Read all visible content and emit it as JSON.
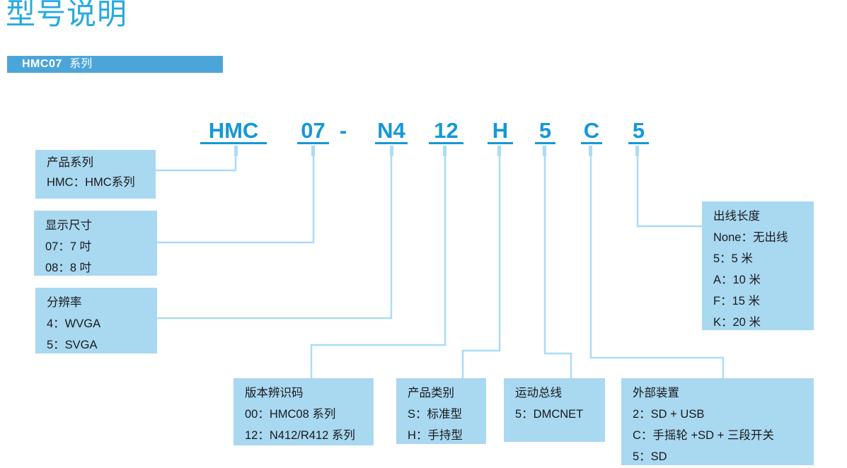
{
  "page": {
    "title": "型号说明"
  },
  "banner": {
    "model": "HMC07",
    "suffix": "系列"
  },
  "model_code": {
    "full": "HMC 07 - N4 12 H 5 C 5",
    "segments": [
      {
        "key": "series",
        "text": "HMC"
      },
      {
        "key": "size",
        "text": "07"
      },
      {
        "key": "separator",
        "text": "-"
      },
      {
        "key": "resolution",
        "text": "N4"
      },
      {
        "key": "version",
        "text": "12"
      },
      {
        "key": "type",
        "text": "H"
      },
      {
        "key": "bus",
        "text": "5"
      },
      {
        "key": "device",
        "text": "C"
      },
      {
        "key": "cable",
        "text": "5"
      }
    ]
  },
  "callouts": [
    {
      "id": "product-series",
      "title": "产品系列",
      "items": [
        "HMC：HMC系列"
      ]
    },
    {
      "id": "display-size",
      "title": "显示尺寸",
      "items": [
        "07：7 吋",
        "08：8 吋"
      ]
    },
    {
      "id": "resolution",
      "title": "分辨率",
      "items": [
        "4：WVGA",
        "5：SVGA"
      ]
    },
    {
      "id": "cable-length",
      "title": "出线长度",
      "items": [
        "None：无出线",
        "5：5 米",
        "A：10 米",
        "F：15 米",
        "K：20 米"
      ]
    },
    {
      "id": "version-code",
      "title": "版本辨识码",
      "items": [
        "00：HMC08 系列",
        "12：N412/R412 系列"
      ]
    },
    {
      "id": "product-type",
      "title": "产品类别",
      "items": [
        "S：标准型",
        "H：手持型"
      ]
    },
    {
      "id": "motion-bus",
      "title": "运动总线",
      "items": [
        "5：DMCNET"
      ]
    },
    {
      "id": "external-device",
      "title": "外部装置",
      "items": [
        "2：SD + USB",
        "C：手摇轮 +SD + 三段开关",
        "5：SD"
      ]
    }
  ],
  "colors": {
    "title_blue": "#29a9e1",
    "banner_blue": "#4ca5d9",
    "model_blue": "#1498d8",
    "box_fill": "#a9d8f1",
    "connector_blue": "#abdcf5",
    "text": "#1a1a1a"
  }
}
